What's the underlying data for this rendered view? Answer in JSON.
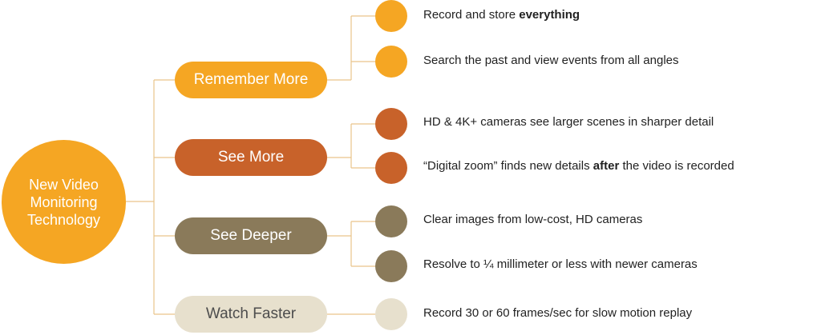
{
  "root": {
    "lines": [
      "New Video",
      "Monitoring",
      "Technology"
    ]
  },
  "colors": {
    "remember": "#F5A623",
    "see_more": "#C8622A",
    "see_deeper": "#8A7A5A",
    "watch_faster": "#E7E0CD",
    "connector": "#E9C48A"
  },
  "branches": [
    {
      "label": "Remember More",
      "items": [
        {
          "text": "Record and store ",
          "bold": "everything",
          "after": ""
        },
        {
          "text": "Search the past and view events from all angles",
          "bold": "",
          "after": ""
        }
      ]
    },
    {
      "label": "See More",
      "items": [
        {
          "text": "HD & 4K+ cameras see larger scenes in sharper detail",
          "bold": "",
          "after": ""
        },
        {
          "text": "“Digital zoom” finds new details ",
          "bold": "after",
          "after": " the video is recorded"
        }
      ]
    },
    {
      "label": "See Deeper",
      "items": [
        {
          "text": "Clear images from low-cost, HD cameras",
          "bold": "",
          "after": ""
        },
        {
          "text": "Resolve to ¼ millimeter or less with newer cameras",
          "bold": "",
          "after": ""
        }
      ]
    },
    {
      "label": "Watch Faster",
      "items": [
        {
          "text": "Record 30 or 60 frames/sec for slow motion replay",
          "bold": "",
          "after": ""
        }
      ]
    }
  ]
}
